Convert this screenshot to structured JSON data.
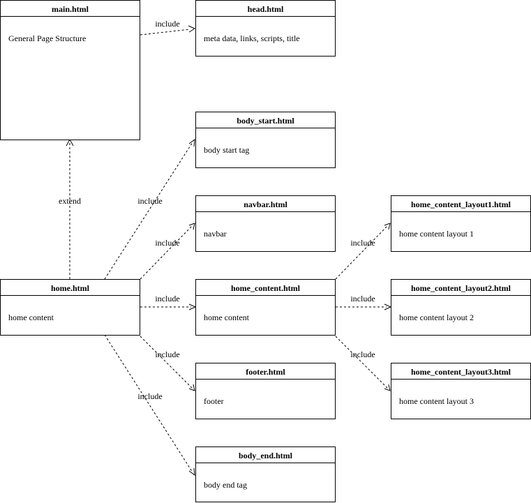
{
  "nodes": {
    "main": {
      "title": "main.html",
      "body": "General Page Structure"
    },
    "head": {
      "title": "head.html",
      "body": "meta data, links, scripts, title"
    },
    "body_start": {
      "title": "body_start.html",
      "body": "body start tag"
    },
    "navbar": {
      "title": "navbar.html",
      "body": "navbar"
    },
    "home": {
      "title": "home.html",
      "body": "home content"
    },
    "home_content": {
      "title": "home_content.html",
      "body": "home content"
    },
    "footer": {
      "title": "footer.html",
      "body": "footer"
    },
    "body_end": {
      "title": "body_end.html",
      "body": "body end tag"
    },
    "layout1": {
      "title": "home_content_layout1.html",
      "body": "home content layout 1"
    },
    "layout2": {
      "title": "home_content_layout2.html",
      "body": "home content layout 2"
    },
    "layout3": {
      "title": "home_content_layout3.html",
      "body": "home content layout 3"
    }
  },
  "edges": [
    {
      "from": "main",
      "to": "head",
      "label": "include"
    },
    {
      "from": "home",
      "to": "main",
      "label": "extend"
    },
    {
      "from": "home",
      "to": "body_start",
      "label": "include"
    },
    {
      "from": "home",
      "to": "navbar",
      "label": "include"
    },
    {
      "from": "home",
      "to": "home_content",
      "label": "include"
    },
    {
      "from": "home",
      "to": "footer",
      "label": "include"
    },
    {
      "from": "home",
      "to": "body_end",
      "label": "include"
    },
    {
      "from": "home_content",
      "to": "layout1",
      "label": "include"
    },
    {
      "from": "home_content",
      "to": "layout2",
      "label": "include"
    },
    {
      "from": "home_content",
      "to": "layout3",
      "label": "include"
    }
  ]
}
